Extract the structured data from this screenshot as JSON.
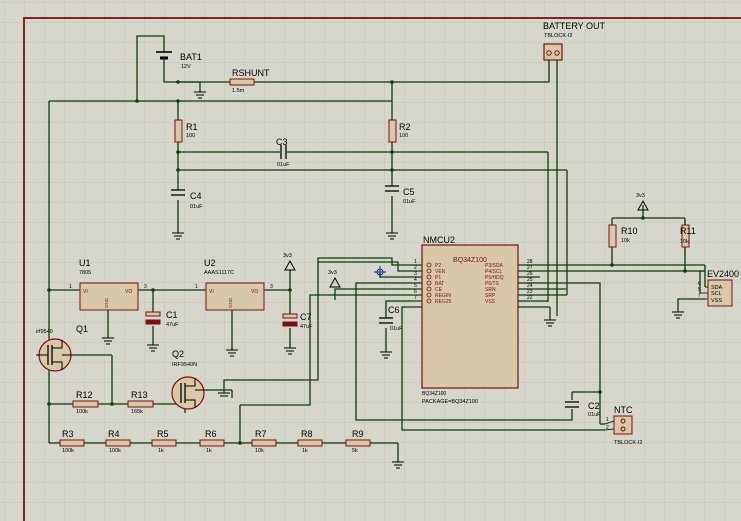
{
  "colors": {
    "background": "#d6d6cc",
    "grid": "#c4c4b9",
    "wire": "#0a3d0a",
    "part_body": "#d8c8a8",
    "part_edge": "#7a1010",
    "ref_text": "#000000",
    "val_text": "#1a1a1a",
    "pin_text": "#7a1010"
  },
  "labels": {
    "bat1": {
      "ref": "BAT1",
      "val": "12V"
    },
    "rshunt": {
      "ref": "RSHUNT",
      "val": "1.5m"
    },
    "battery_out": {
      "ref": "BATTERY OUT",
      "val": "TBLOCK-I2"
    },
    "r1": {
      "ref": "R1",
      "val": "100"
    },
    "r2": {
      "ref": "R2",
      "val": "100"
    },
    "c3": {
      "ref": "C3",
      "val": "01uF"
    },
    "c4": {
      "ref": "C4",
      "val": "01uF"
    },
    "c5": {
      "ref": "C5",
      "val": "01uF"
    },
    "r10": {
      "ref": "R10",
      "val": "10k"
    },
    "r11": {
      "ref": "R11",
      "val": "10k"
    },
    "ev2400": {
      "ref": "EV2400",
      "pins": [
        "SDA",
        "SCL",
        "VSS"
      ],
      "nums": [
        "6",
        "5",
        "7"
      ]
    },
    "pwr_top": "3v3",
    "pwr_u2": "3v3",
    "pwr_mid": "3v3",
    "nmcu2": {
      "ref": "NMCU2",
      "chip": "BQ34Z100",
      "sub": "BQ34Z100",
      "pkg": "PACKAGE=BQ34Z100",
      "left": [
        "P2",
        "VEN",
        "P1",
        "BAT",
        "CE",
        "REGIN",
        "REG25"
      ],
      "left_nums": [
        "1",
        "2",
        "3",
        "4",
        "5",
        "6",
        "7"
      ],
      "right": [
        "P3/SDA",
        "P4/SCL",
        "P5/HDQ",
        "P6/TS",
        "SRN",
        "SRP",
        "VSS"
      ],
      "right_nums": [
        "28",
        "27",
        "26",
        "25",
        "24",
        "23",
        "22"
      ]
    },
    "u1": {
      "ref": "U1",
      "val": "7805",
      "vi": "VI",
      "vo": "VO",
      "gnd": "GND",
      "p1": "1",
      "p3": "3"
    },
    "u2": {
      "ref": "U2",
      "val": "AAAS1117C",
      "vi": "VI",
      "vo": "VO",
      "gnd": "GND",
      "p1": "1",
      "p3": "3"
    },
    "c1": {
      "ref": "C1",
      "val": "47uF"
    },
    "c7": {
      "ref": "C7",
      "val": "47uF"
    },
    "c6": {
      "ref": "C6",
      "val": "01uF"
    },
    "c2": {
      "ref": "C2",
      "val": "01uF"
    },
    "ntc": {
      "ref": "NTC",
      "val": "TBLOCK-I2",
      "p1": "1",
      "p2": "2"
    },
    "q1": {
      "ref": "Q1",
      "val": "irf9540"
    },
    "q2": {
      "ref": "Q2",
      "val": "IRF9540N"
    },
    "r12": {
      "ref": "R12",
      "val": "100k"
    },
    "r13": {
      "ref": "R13",
      "val": "165k"
    },
    "r3": {
      "ref": "R3",
      "val": "100k"
    },
    "r4": {
      "ref": "R4",
      "val": "100k"
    },
    "r5": {
      "ref": "R5",
      "val": "1k"
    },
    "r6": {
      "ref": "R6",
      "val": "1k"
    },
    "r7": {
      "ref": "R7",
      "val": "10k"
    },
    "r8": {
      "ref": "R8",
      "val": "1k"
    },
    "r9": {
      "ref": "R9",
      "val": "5k"
    }
  }
}
